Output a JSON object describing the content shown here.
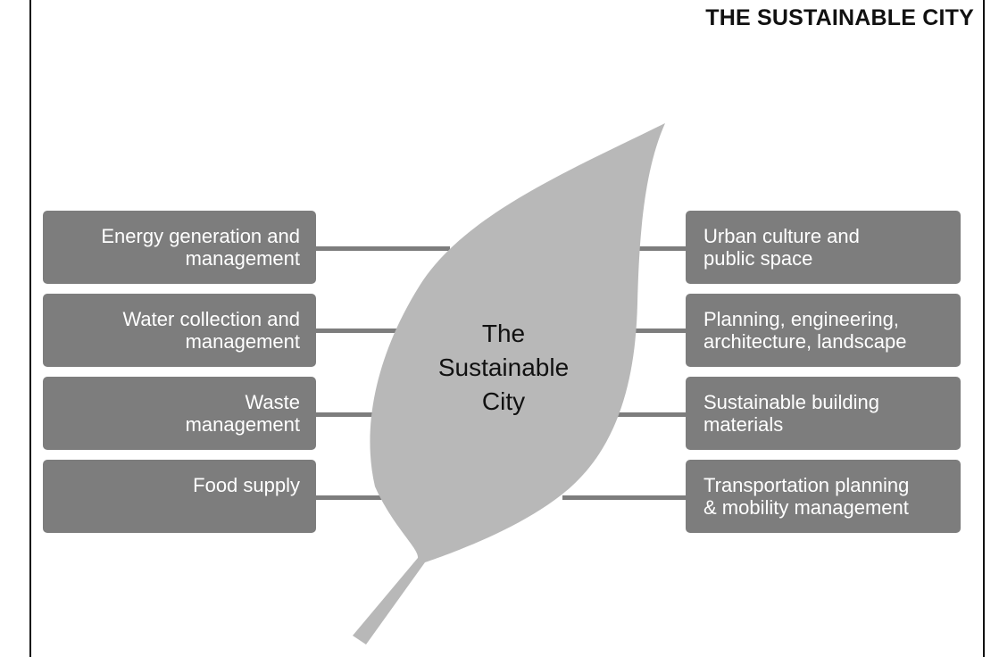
{
  "title": "THE SUSTAINABLE CITY",
  "center": {
    "lines": [
      "The",
      "Sustainable",
      "City"
    ]
  },
  "left_boxes": [
    {
      "lines": [
        "Energy generation and",
        "management"
      ]
    },
    {
      "lines": [
        "Water collection and",
        "management"
      ]
    },
    {
      "lines": [
        "Waste",
        "management"
      ]
    },
    {
      "lines": [
        "Food supply"
      ]
    }
  ],
  "right_boxes": [
    {
      "lines": [
        "Urban culture and",
        "public space"
      ]
    },
    {
      "lines": [
        "Planning, engineering,",
        "architecture, landscape"
      ]
    },
    {
      "lines": [
        "Sustainable building",
        "materials"
      ]
    },
    {
      "lines": [
        "Transportation planning",
        "& mobility management"
      ]
    }
  ],
  "colors": {
    "box": "#7d7d7d",
    "leaf": "#b8b8b8",
    "connector": "#7d7d7d",
    "text_light": "#ffffff",
    "text_dark": "#111111"
  }
}
